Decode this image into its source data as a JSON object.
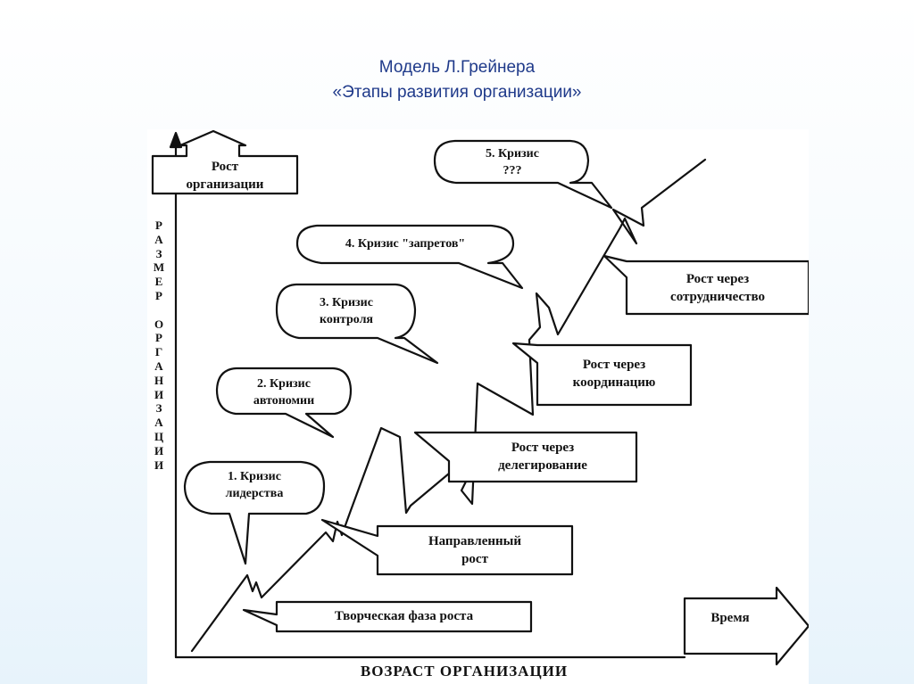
{
  "title": {
    "line1": "Модель Л.Грейнера",
    "line2": "«Этапы развития организации»"
  },
  "diagram": {
    "y_axis_box": [
      "Рост",
      "организации"
    ],
    "y_axis_vertical": "РАЗМЕР ОРГАНИЗАЦИИ",
    "x_axis_box": "Время",
    "x_axis_label": "ВОЗРАСТ ОРГАНИЗАЦИИ",
    "crises": [
      {
        "lines": [
          "1. Кризис",
          "лидерства"
        ]
      },
      {
        "lines": [
          "2. Кризис",
          "автономии"
        ]
      },
      {
        "lines": [
          "3. Кризис",
          "контроля"
        ]
      },
      {
        "lines": [
          "4. Кризис \"запретов\""
        ]
      },
      {
        "lines": [
          "5. Кризис",
          "???"
        ]
      }
    ],
    "phases": [
      {
        "lines": [
          "Творческая фаза роста"
        ]
      },
      {
        "lines": [
          "Направленный",
          "рост"
        ]
      },
      {
        "lines": [
          "Рост через",
          "делегирование"
        ]
      },
      {
        "lines": [
          "Рост через",
          "координацию"
        ]
      },
      {
        "lines": [
          "Рост через",
          "сотрудничество"
        ]
      }
    ]
  }
}
